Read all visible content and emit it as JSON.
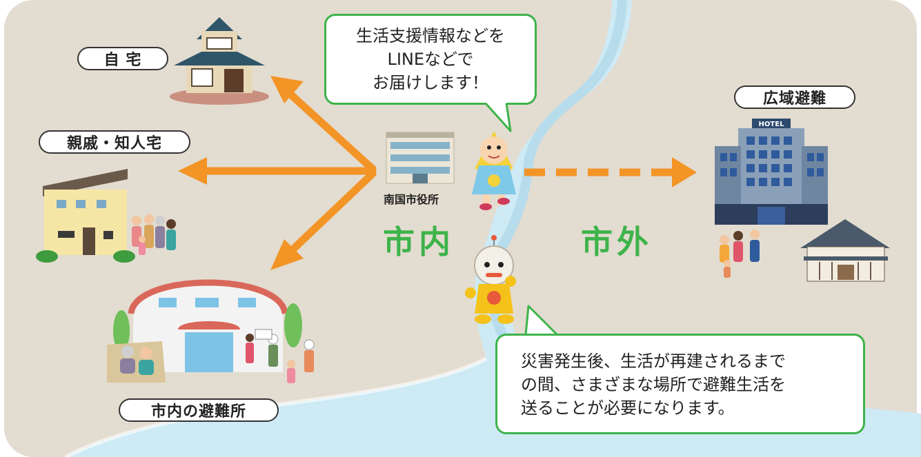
{
  "places": {
    "home": "自 宅",
    "relatives": "親戚・知人宅",
    "city_shelter": "市内の避難所",
    "wide_area": "広域避難"
  },
  "city_hall": "南国市役所",
  "hotel_sign": "HOTEL",
  "regions": {
    "inside": "市内",
    "outside": "市外"
  },
  "bubble_top": [
    "生活支援情報などを",
    "LINEなどで",
    "お届けします！"
  ],
  "bubble_bottom": [
    "災害発生後、生活が再建されるまで",
    "の間、さまざまな場所で避難生活を",
    "送ることが必要になります。"
  ],
  "colors": {
    "background": "#e3dcd0",
    "river": "#cdeaf5",
    "arrow": "#f39426",
    "accent": "#3db34a"
  }
}
